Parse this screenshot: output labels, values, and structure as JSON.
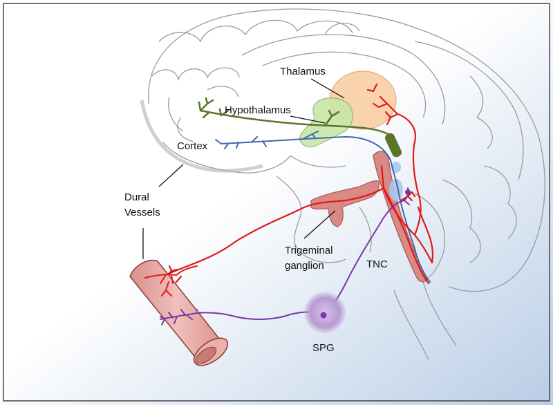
{
  "labels": {
    "thalamus": "Thalamus",
    "hypothalamus": "Hypothalamus",
    "cortex": "Cortex",
    "dural_vessels_line1": "Dural",
    "dural_vessels_line2": "Vessels",
    "trigeminal_line1": "Trigeminal",
    "trigeminal_line2": "ganglion",
    "tnc": "TNC",
    "spg": "SPG"
  },
  "colors": {
    "background_light": "#ffffff",
    "background_blue": "#b9cde6",
    "brain_outline": "#9a9a9a",
    "thalamus_fill": "#f8cfa6",
    "hypothalamus_fill": "#c8e6a8",
    "trigeminal_pathway": "#e01818",
    "hypothalamic_pathway": "#5a7428",
    "cortical_pathway": "#3f68a8",
    "parasympathetic_pathway": "#7a35a6",
    "vessel_fill": "#e8a9a6",
    "brainstem_fill": "#d98a86",
    "spg_halo": "#b18cc9",
    "tnc_fill": "#a9c6ea"
  }
}
